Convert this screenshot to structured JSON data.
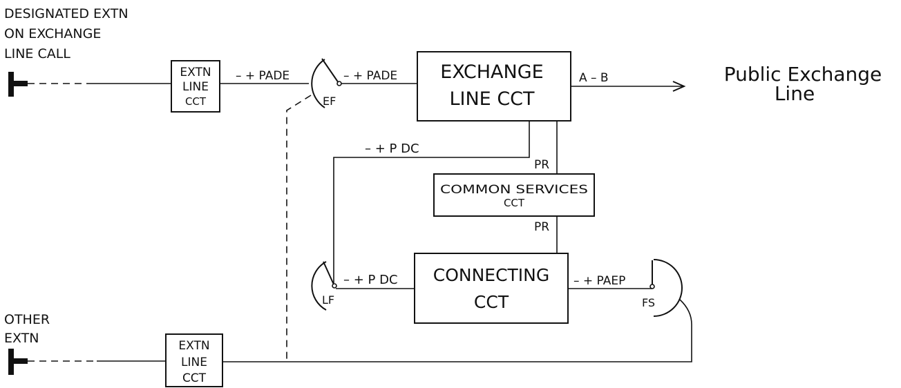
{
  "top_left_caption": [
    "DESIGNATED EXTN",
    "ON EXCHANGE",
    "LINE CALL"
  ],
  "bottom_left_caption": [
    "OTHER",
    "EXTN"
  ],
  "extn_line_cct_top": [
    "EXTN",
    "LINE",
    "CCT"
  ],
  "extn_line_cct_bottom": [
    "EXTN",
    "LINE",
    "CCT"
  ],
  "exchange_line_cct": [
    "EXCHANGE",
    "LINE CCT"
  ],
  "common_services_cct": [
    "COMMON SERVICES",
    "CCT"
  ],
  "connecting_cct": [
    "CONNECTING",
    "CCT"
  ],
  "switch_labels": {
    "ef": "EF",
    "lf": "LF",
    "fs": "FS"
  },
  "wire_labels": {
    "extn_to_ef": "– + PADE",
    "ef_to_exchange": "– + PADE",
    "exchange_to_public": "A – B",
    "exchange_to_lf": "– + P DC",
    "pr_upper": "PR",
    "pr_lower": "PR",
    "lf_to_connecting": "– + P DC",
    "connecting_to_fs": "– + PAEP"
  },
  "public_line_label": [
    "Public Exchange",
    "Line"
  ]
}
